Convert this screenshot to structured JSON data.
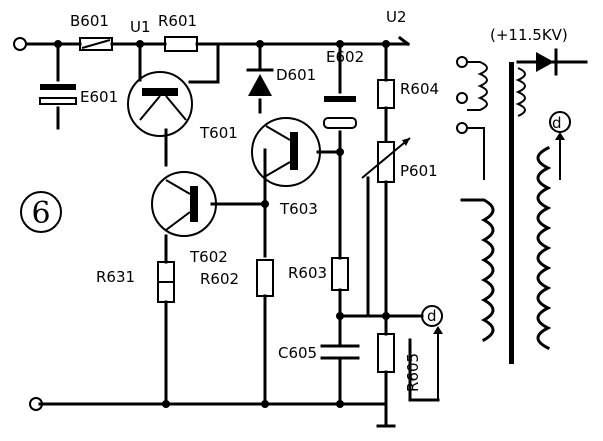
{
  "figure_number": "6",
  "nodes": {
    "u1": "U1",
    "u2": "U2",
    "hv": "(+11.5KV)",
    "d1": "d",
    "d2": "d"
  },
  "components": {
    "b601": "B601",
    "r601": "R601",
    "e601": "E601",
    "t601": "T601",
    "d601": "D601",
    "e602": "E602",
    "r604": "R604",
    "t603": "T603",
    "p601": "P601",
    "t602": "T602",
    "r631": "R631",
    "r602": "R602",
    "r603": "R603",
    "c605": "C605",
    "r605": "R605"
  }
}
